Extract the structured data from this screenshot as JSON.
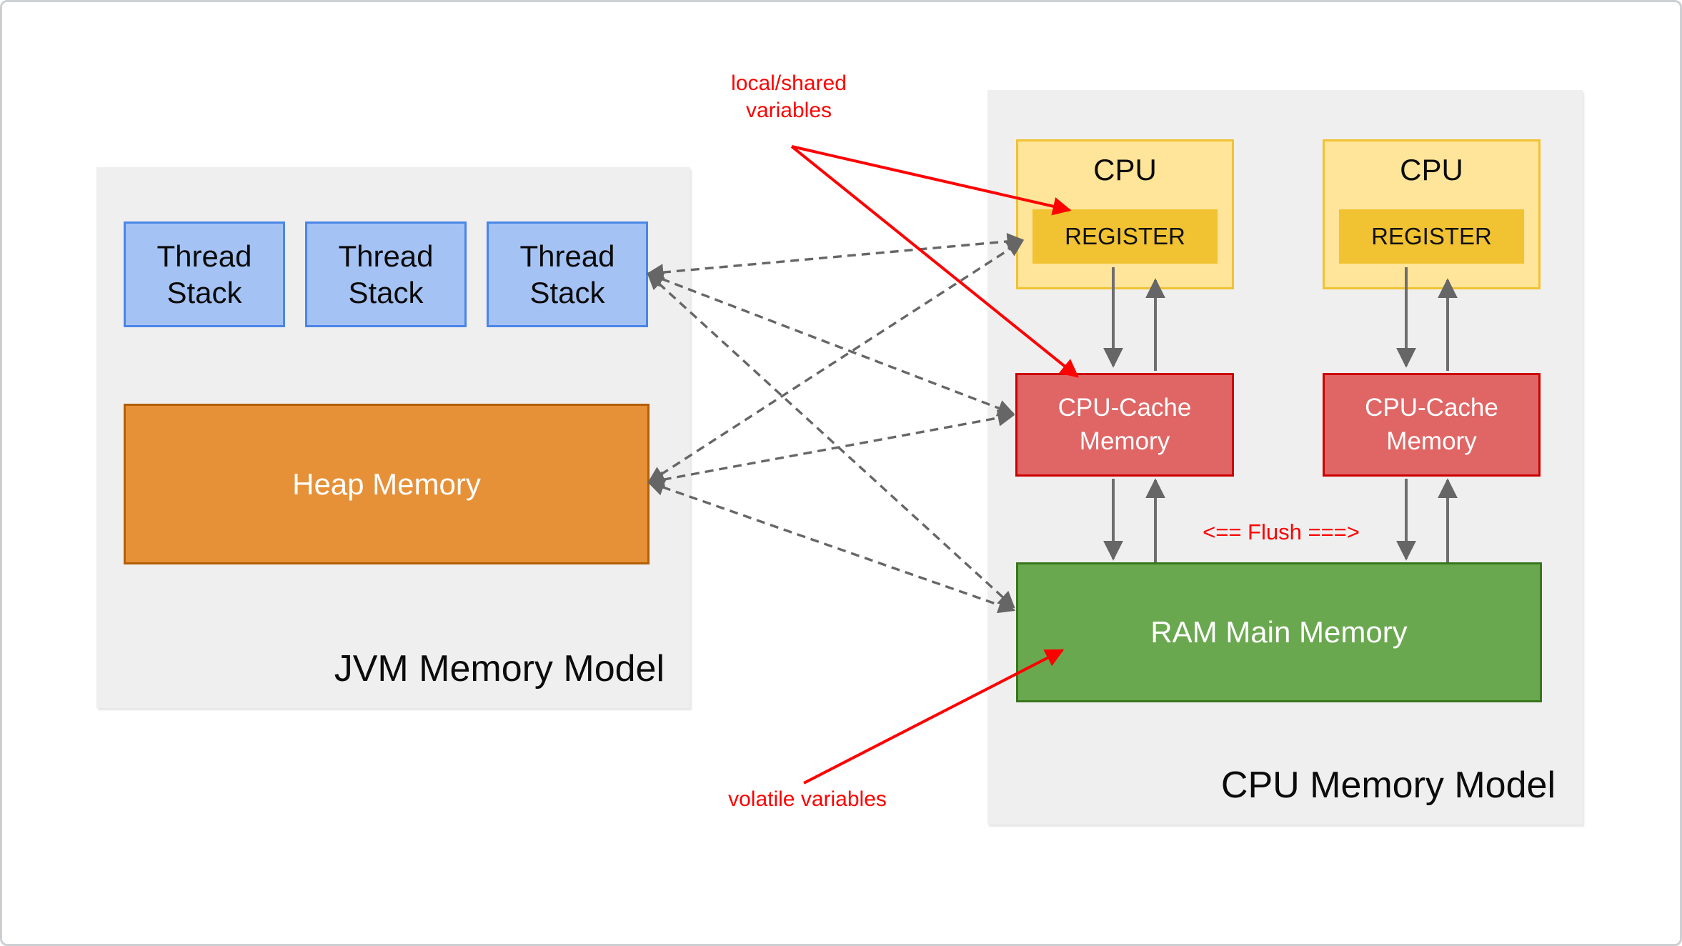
{
  "diagram": {
    "jvm": {
      "title": "JVM Memory Model",
      "thread_stacks": [
        "Thread Stack",
        "Thread Stack",
        "Thread Stack"
      ],
      "heap_label": "Heap Memory"
    },
    "cpu": {
      "title": "CPU Memory Model",
      "cpu1_label": "CPU",
      "cpu1_register": "REGISTER",
      "cpu2_label": "CPU",
      "cpu2_register": "REGISTER",
      "cache1_label": "CPU-Cache Memory",
      "cache2_label": "CPU-Cache Memory",
      "ram_label": "RAM Main Memory",
      "flush_label": "<== Flush ===>"
    },
    "annotations": {
      "local_shared": "local/shared\nvariables",
      "volatile": "volatile variables"
    },
    "colors": {
      "panel_bg": "#efefef",
      "thread_stack_fill": "#a4c2f4",
      "thread_stack_border": "#4a86e8",
      "heap_fill": "#e69138",
      "heap_border": "#b45f06",
      "cpu_fill": "#ffe599",
      "cpu_border": "#f1c232",
      "register_fill": "#f1c232",
      "cache_fill": "#e06666",
      "cache_border": "#cc0000",
      "ram_fill": "#6aa84f",
      "ram_border": "#38761d",
      "arrow_gray": "#666666",
      "annotation_red": "#fe0000"
    }
  }
}
